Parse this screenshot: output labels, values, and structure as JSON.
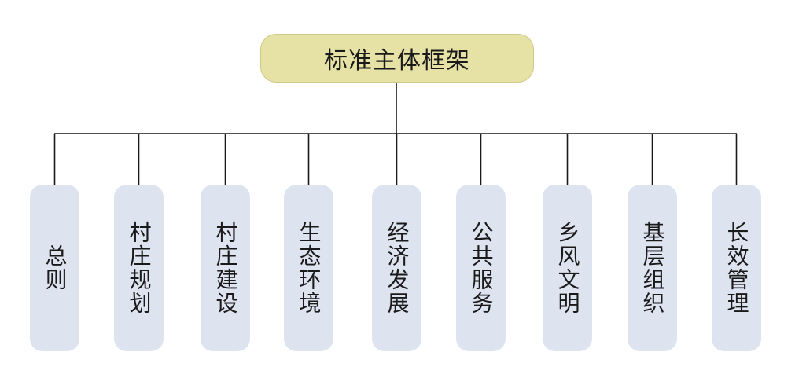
{
  "diagram": {
    "root": {
      "label": "标准主体框架",
      "fill_color": "#e6e1a5"
    },
    "children": [
      {
        "label": "总则"
      },
      {
        "label": "村庄规划"
      },
      {
        "label": "村庄建设"
      },
      {
        "label": "生态环境"
      },
      {
        "label": "经济发展"
      },
      {
        "label": "公共服务"
      },
      {
        "label": "乡风文明"
      },
      {
        "label": "基层组织"
      },
      {
        "label": "长效管理"
      }
    ],
    "child_fill_color": "#dee3f0",
    "line_color": "#1a1a1a"
  }
}
